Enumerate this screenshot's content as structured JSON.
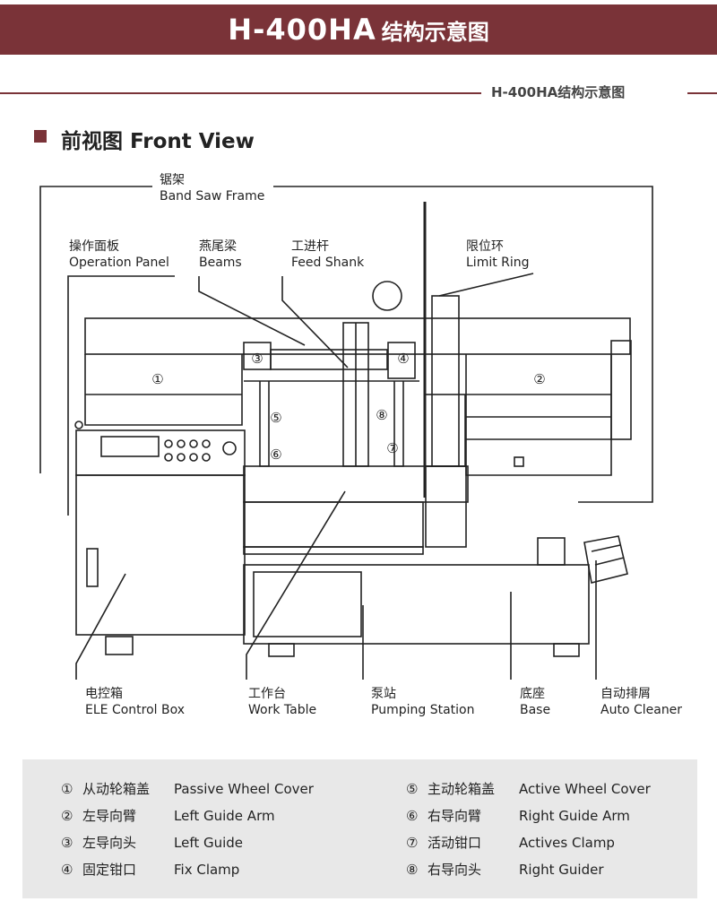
{
  "header": {
    "model": "H-400HA",
    "subtitle": "结构示意图"
  },
  "subheader": {
    "text": "H-400HA结构示意图"
  },
  "section": {
    "title": "前视图 Front View"
  },
  "callouts": {
    "frame": {
      "cn": "锯架",
      "en": "Band Saw Frame"
    },
    "panel": {
      "cn": "操作面板",
      "en": "Operation Panel"
    },
    "beams": {
      "cn": "燕尾梁",
      "en": "Beams"
    },
    "feed": {
      "cn": "工进杆",
      "en": "Feed Shank"
    },
    "limit": {
      "cn": "限位环",
      "en": "Limit Ring"
    },
    "ele": {
      "cn": "电控箱",
      "en": "ELE Control Box"
    },
    "table": {
      "cn": "工作台",
      "en": "Work Table"
    },
    "pump": {
      "cn": "泵站",
      "en": "Pumping Station"
    },
    "base": {
      "cn": "底座",
      "en": "Base"
    },
    "cleaner": {
      "cn": "自动排屑",
      "en": "Auto Cleaner"
    }
  },
  "markers": [
    "①",
    "②",
    "③",
    "④",
    "⑤",
    "⑥",
    "⑦",
    "⑧"
  ],
  "legend": [
    {
      "num": "①",
      "cn": "从动轮箱盖",
      "en": "Passive Wheel Cover"
    },
    {
      "num": "②",
      "cn": "左导向臂",
      "en": "Left Guide Arm"
    },
    {
      "num": "③",
      "cn": "左导向头",
      "en": "Left Guide"
    },
    {
      "num": "④",
      "cn": "固定钳口",
      "en": "Fix Clamp"
    },
    {
      "num": "⑤",
      "cn": "主动轮箱盖",
      "en": "Active Wheel Cover"
    },
    {
      "num": "⑥",
      "cn": "右导向臂",
      "en": "Right Guide Arm"
    },
    {
      "num": "⑦",
      "cn": "活动钳口",
      "en": "Actives Clamp"
    },
    {
      "num": "⑧",
      "cn": "右导向头",
      "en": "Right Guider"
    }
  ]
}
